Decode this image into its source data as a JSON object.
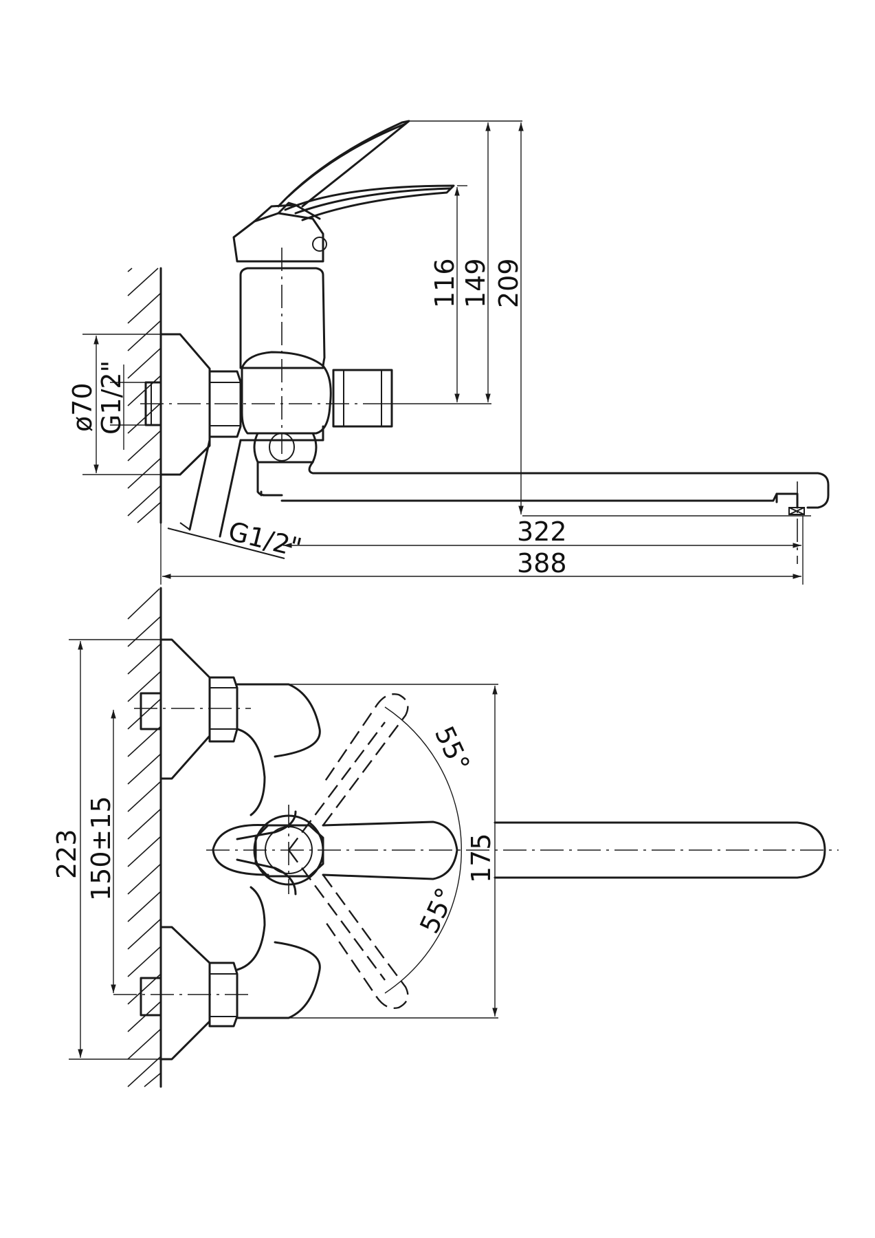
{
  "dimensions": {
    "height_116": "116",
    "height_149": "149",
    "height_209": "209",
    "diameter_70": "ø70",
    "thread_wall": "G1/2\"",
    "thread_inlet": "G1/2\"",
    "spout_322": "322",
    "total_388": "388",
    "overall_223": "223",
    "centers_150": "150±15",
    "spout_175": "175",
    "angle_upper": "55°",
    "angle_lower": "55°"
  },
  "colors": {
    "line": "#1a1a1a",
    "background": "#ffffff"
  }
}
